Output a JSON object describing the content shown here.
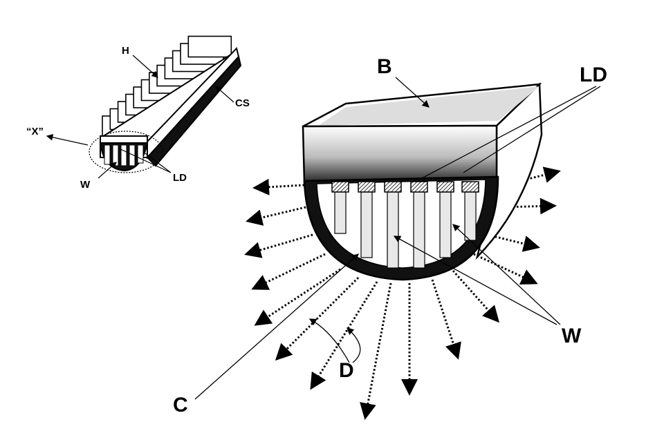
{
  "figure": {
    "main_labels": {
      "B": "B",
      "LD": "LD",
      "W": "W",
      "C": "C",
      "D": "D"
    },
    "inset_labels": {
      "H": "H",
      "CS": "CS",
      "X": "“X”",
      "W": "W",
      "LD": "LD"
    }
  },
  "colors": {
    "ink": "#000000",
    "paper": "#ffffff",
    "shade": "#555555"
  }
}
